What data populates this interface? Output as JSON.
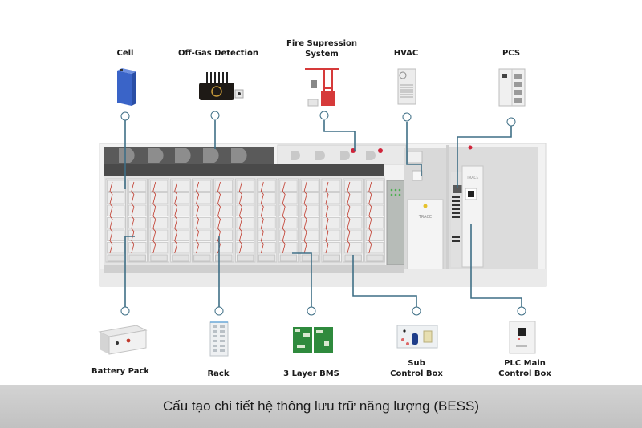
{
  "diagram": {
    "title": "BESS component breakdown",
    "top_components": [
      {
        "id": "cell",
        "label": "Cell",
        "icon": "battery-cell-icon"
      },
      {
        "id": "off-gas",
        "label": "Off-Gas Detection",
        "icon": "gas-detector-icon"
      },
      {
        "id": "fire",
        "label": "Fire Supression\nSystem",
        "label_line1": "Fire Supression",
        "label_line2": "System",
        "icon": "fire-suppression-icon"
      },
      {
        "id": "hvac",
        "label": "HVAC",
        "icon": "hvac-unit-icon"
      },
      {
        "id": "pcs",
        "label": "PCS",
        "icon": "pcs-cabinet-icon"
      }
    ],
    "bottom_components": [
      {
        "id": "battery-pack",
        "label": "Battery Pack",
        "icon": "battery-pack-icon"
      },
      {
        "id": "rack",
        "label": "Rack",
        "icon": "battery-rack-icon"
      },
      {
        "id": "bms",
        "label": "3 Layer BMS",
        "icon": "bms-board-icon"
      },
      {
        "id": "sub-control",
        "label": "Sub\nControl Box",
        "label_line1": "Sub",
        "label_line2": "Control Box",
        "icon": "sub-control-box-icon"
      },
      {
        "id": "plc",
        "label": "PLC Main\nControl Box",
        "label_line1": "PLC Main",
        "label_line2": "Control Box",
        "icon": "plc-control-box-icon"
      }
    ],
    "container": {
      "rack_count": 13,
      "brand_label": "TRACE"
    },
    "colors": {
      "connector": "#3f6f86",
      "cable": "#c0392b",
      "caption_bg": "#c8c8c8"
    }
  },
  "caption": "Cấu tạo chi tiết hệ thông lưu trữ năng lượng (BESS)"
}
